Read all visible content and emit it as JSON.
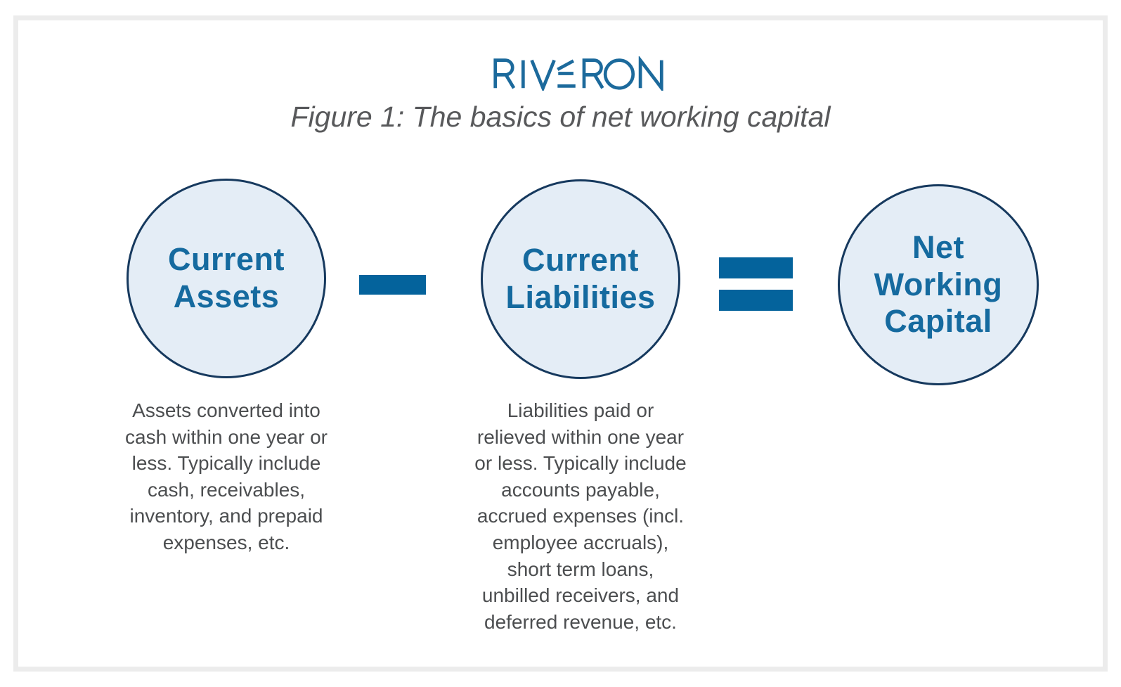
{
  "header": {
    "logo_text": "RIVERON",
    "figure_title": "Figure 1: The basics of net working capital"
  },
  "equation": {
    "terms": [
      {
        "id": "current-assets",
        "label": "Current\nAssets",
        "description": "Assets converted into\ncash within one year or\nless. Typically include\ncash, receivables,\ninventory, and prepaid\nexpenses, etc."
      },
      {
        "id": "current-liabilities",
        "label": "Current\nLiabilities",
        "description": "Liabilities paid or\nrelieved within one year\nor less. Typically include\naccounts payable,\naccrued expenses (incl.\nemployee accruals),\nshort term loans,\nunbilled receivers, and\ndeferred revenue, etc."
      },
      {
        "id": "net-working-capital",
        "label": "Net\nWorking\nCapital",
        "description": ""
      }
    ],
    "operators": [
      {
        "symbol": "minus"
      },
      {
        "symbol": "equals"
      }
    ]
  },
  "colors": {
    "logo_blue": "#1c6a9c",
    "title_gray": "#58595b",
    "circle_fill": "#e4edf6",
    "circle_border": "#16395e",
    "label_blue": "#156a9f",
    "operator_blue": "#04639c",
    "body_gray": "#4c4e50",
    "frame_gray": "#ececec"
  }
}
